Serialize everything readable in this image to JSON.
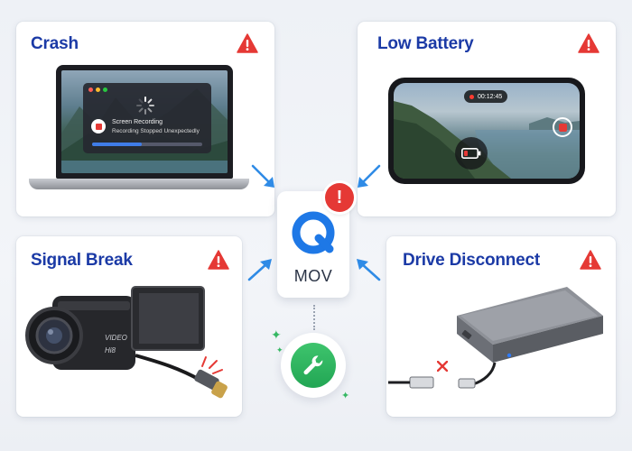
{
  "cards": {
    "crash": {
      "title": "Crash",
      "dialog_title": "Screen Recording",
      "dialog_message": "Recording Stopped Unexpectedly",
      "progress": 0.45
    },
    "low_battery": {
      "title": "Low Battery",
      "timer": "00:12:45"
    },
    "signal_break": {
      "title": "Signal Break",
      "camera_label_1": "VIDEO",
      "camera_label_2": "Hi8"
    },
    "drive_disconnect": {
      "title": "Drive Disconnect"
    }
  },
  "center": {
    "format_label": "MOV",
    "error_mark": "!"
  },
  "colors": {
    "title": "#1b3aa6",
    "warning": "#e53935",
    "arrow": "#2f8be6",
    "repair": "#22a654"
  },
  "icons": [
    "warning-icon",
    "quicktime-icon",
    "wrench-icon",
    "battery-low-icon",
    "disconnect-x-icon",
    "spinner-icon"
  ]
}
